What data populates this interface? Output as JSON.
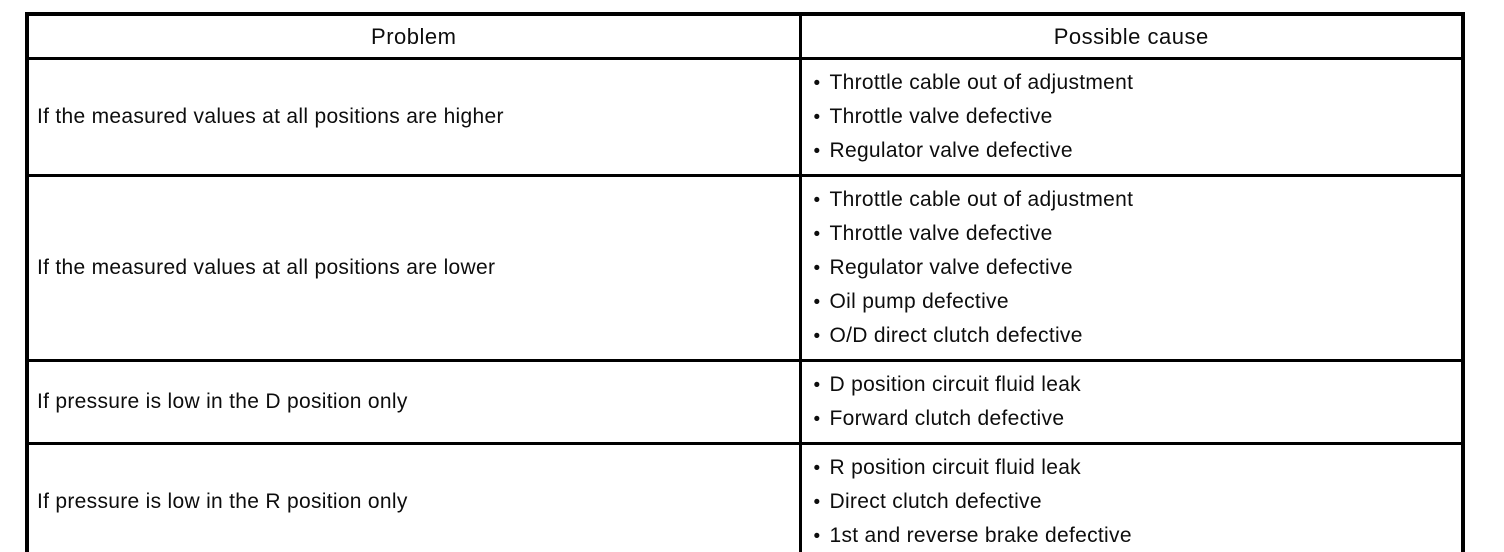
{
  "table": {
    "bullet": "•",
    "headers": {
      "problem": "Problem",
      "cause": "Possible cause"
    },
    "rows": [
      {
        "problem": "If the measured values at all positions are higher",
        "causes": [
          "Throttle cable out of adjustment",
          "Throttle valve defective",
          "Regulator valve defective"
        ]
      },
      {
        "problem": "If the measured values at all positions are lower",
        "causes": [
          "Throttle cable out of adjustment",
          "Throttle valve defective",
          "Regulator valve defective",
          "Oil pump defective",
          "O/D direct clutch defective"
        ]
      },
      {
        "problem": "If pressure is low in the D position only",
        "causes": [
          "D position circuit fluid leak",
          "Forward clutch defective"
        ]
      },
      {
        "problem": "If pressure is low in the R position only",
        "causes": [
          "R position circuit fluid leak",
          "Direct clutch defective",
          "1st and reverse brake defective"
        ]
      }
    ]
  },
  "colors": {
    "border": "#000000",
    "text": "#0d0d0d",
    "background": "#ffffff"
  }
}
